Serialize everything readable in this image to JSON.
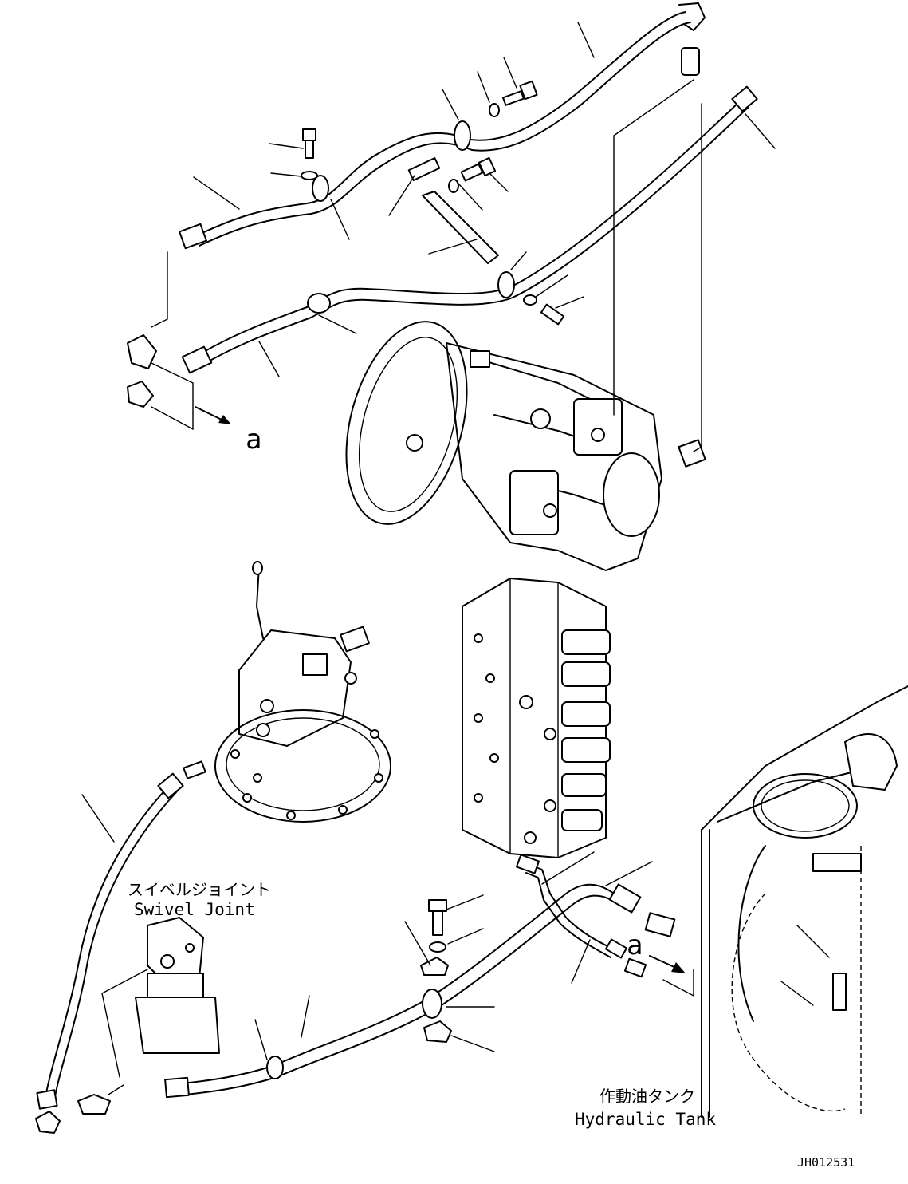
{
  "labels": {
    "swivel_joint_jp": "スイベルジョイント",
    "swivel_joint_en": "Swivel Joint",
    "hydraulic_tank_jp": "作動油タンク",
    "hydraulic_tank_en": "Hydraulic Tank",
    "view_marker_a_left": "a",
    "view_marker_a_right": "a",
    "drawing_id": "JH012531"
  }
}
